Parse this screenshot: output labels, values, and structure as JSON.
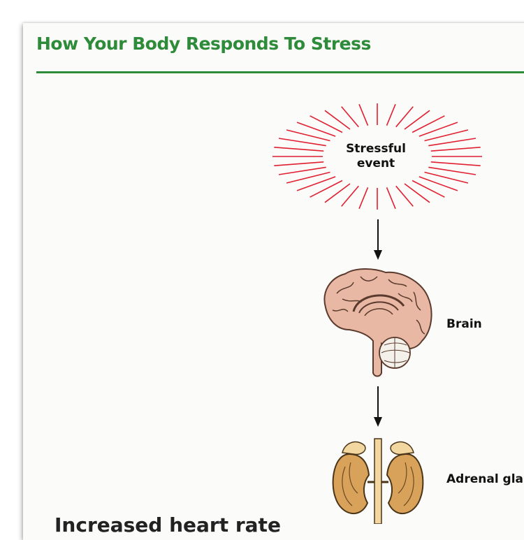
{
  "title": "How Your Body Responds To Stress",
  "nodes": {
    "event": {
      "line1": "Stressful",
      "line2": "event"
    },
    "brain": "Brain",
    "adrenal": "Adrenal glands"
  },
  "bottom_text": "Increased heart rate",
  "colors": {
    "title": "#2e8b3a",
    "rule": "#2e8b3a",
    "burst": "#e02030",
    "arrow": "#111111",
    "brain_fill": "#e8b8a4",
    "brain_outline": "#5a3a2c",
    "kidney_fill": "#d9a25a",
    "gland_fill": "#f2d7a0"
  },
  "icons": [
    "burst-icon",
    "brain-icon",
    "adrenal-glands-icon",
    "arrow-down-icon"
  ]
}
